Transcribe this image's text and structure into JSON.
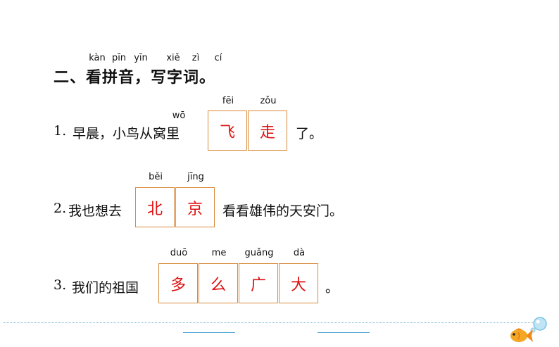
{
  "heading": {
    "text": "二、看拼音，写字词。",
    "pinyin": [
      "kàn",
      "pīn",
      "yīn",
      "xiě",
      "zì",
      "cí"
    ]
  },
  "questions": [
    {
      "number": "1.",
      "before": "早晨，小鸟从窝里",
      "before_pinyin": "wō",
      "pinyin": [
        "fēi",
        "zǒu"
      ],
      "answers": [
        "飞",
        "走"
      ],
      "after": "了。"
    },
    {
      "number": "2.",
      "before": "我也想去",
      "pinyin": [
        "běi",
        "jīng"
      ],
      "answers": [
        "北",
        "京"
      ],
      "after": "看看雄伟的天安门。"
    },
    {
      "number": "3.",
      "before": "我们的祖国",
      "pinyin": [
        "duō",
        "me",
        "guǎng",
        "dà"
      ],
      "answers": [
        "多",
        "么",
        "广",
        "大"
      ],
      "after": "。"
    }
  ],
  "colors": {
    "answer": "#dd1111",
    "box_border": "#d98a3a",
    "footer_line": "#7fb9d6"
  },
  "decorations": [
    "fish-icon",
    "bubble-icon"
  ]
}
